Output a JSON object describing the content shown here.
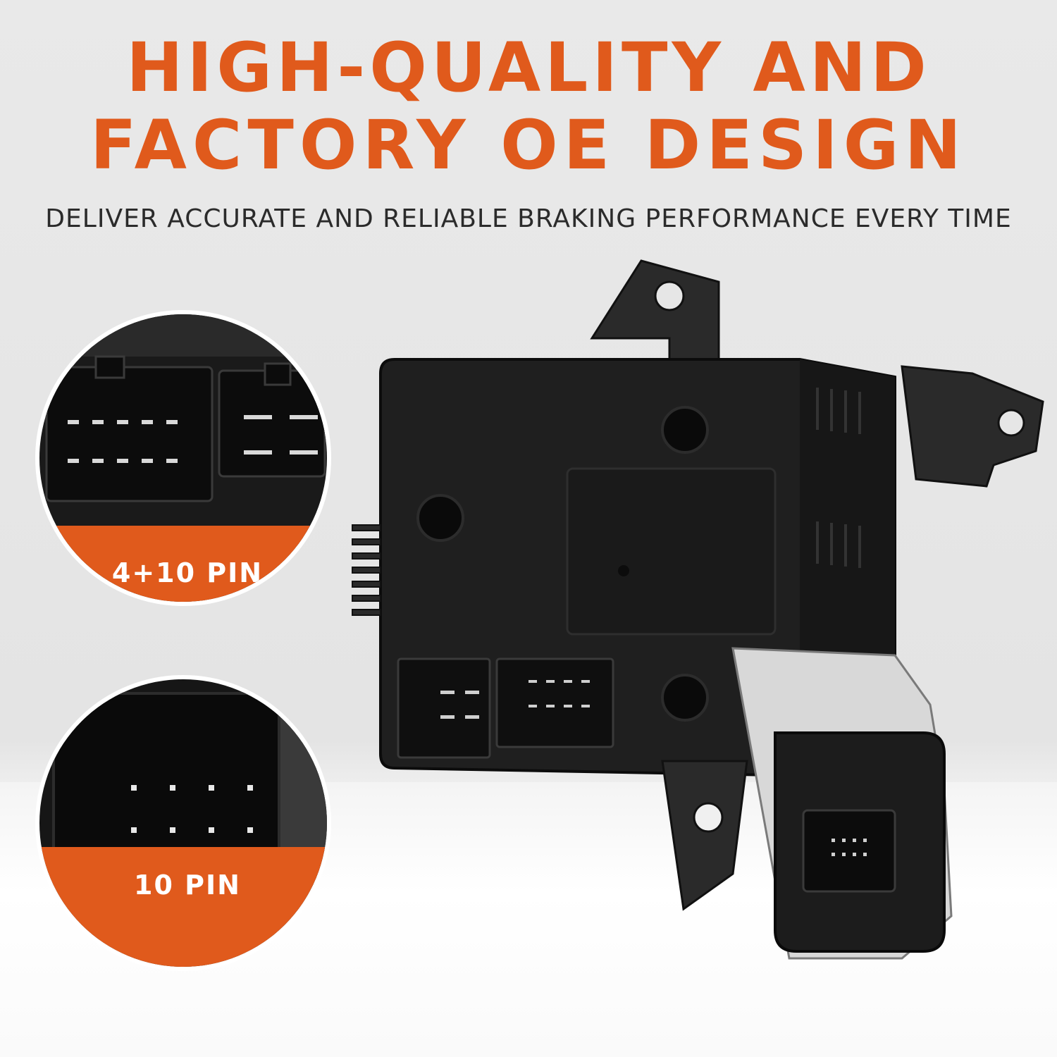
{
  "headline": {
    "line1": "HIGH-QUALITY AND",
    "line2": "FACTORY OE DESIGN"
  },
  "subheadline": "DELIVER ACCURATE AND RELIABLE BRAKING PERFORMANCE EVERY TIME",
  "callouts": [
    {
      "label": "4+10 PIN"
    },
    {
      "label": "10 PIN"
    }
  ],
  "colors": {
    "accent": "#e05a1c",
    "module_body": "#1f1f1f",
    "background": "#e6e6e6"
  },
  "icons": {
    "connector_detail_1": "connector-14pin-closeup",
    "connector_detail_2": "connector-10pin-closeup",
    "product": "trailer-brake-control-module"
  }
}
